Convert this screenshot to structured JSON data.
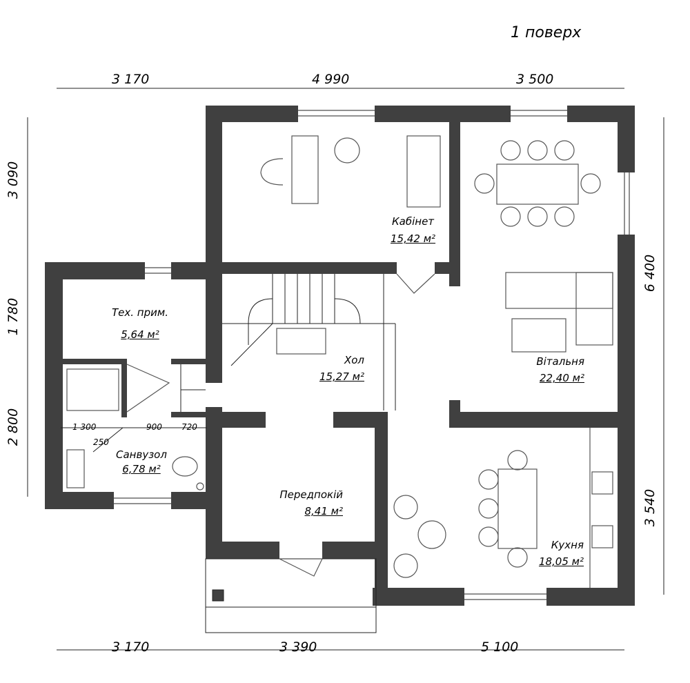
{
  "title": "1 поверх",
  "dimensions": {
    "top": [
      "3 170",
      "4 990",
      "3 500"
    ],
    "bottom": [
      "3 170",
      "3 390",
      "5 100"
    ],
    "left": [
      "3 090",
      "1 780",
      "2 800"
    ],
    "right": [
      "6 400",
      "3 540"
    ],
    "bathroom": [
      "1 300",
      "900",
      "720",
      "250"
    ]
  },
  "rooms": [
    {
      "name": "Кабінет",
      "area": "15,42 м²"
    },
    {
      "name": "Тех. прим.",
      "area": "5,64 м²"
    },
    {
      "name": "Хол",
      "area": "15,27 м²"
    },
    {
      "name": "Вітальня",
      "area": "22,40 м²"
    },
    {
      "name": "Санвузол",
      "area": "6,78 м²"
    },
    {
      "name": "Передпокій",
      "area": "8,41 м²"
    },
    {
      "name": "Кухня",
      "area": "18,05 м²"
    }
  ]
}
